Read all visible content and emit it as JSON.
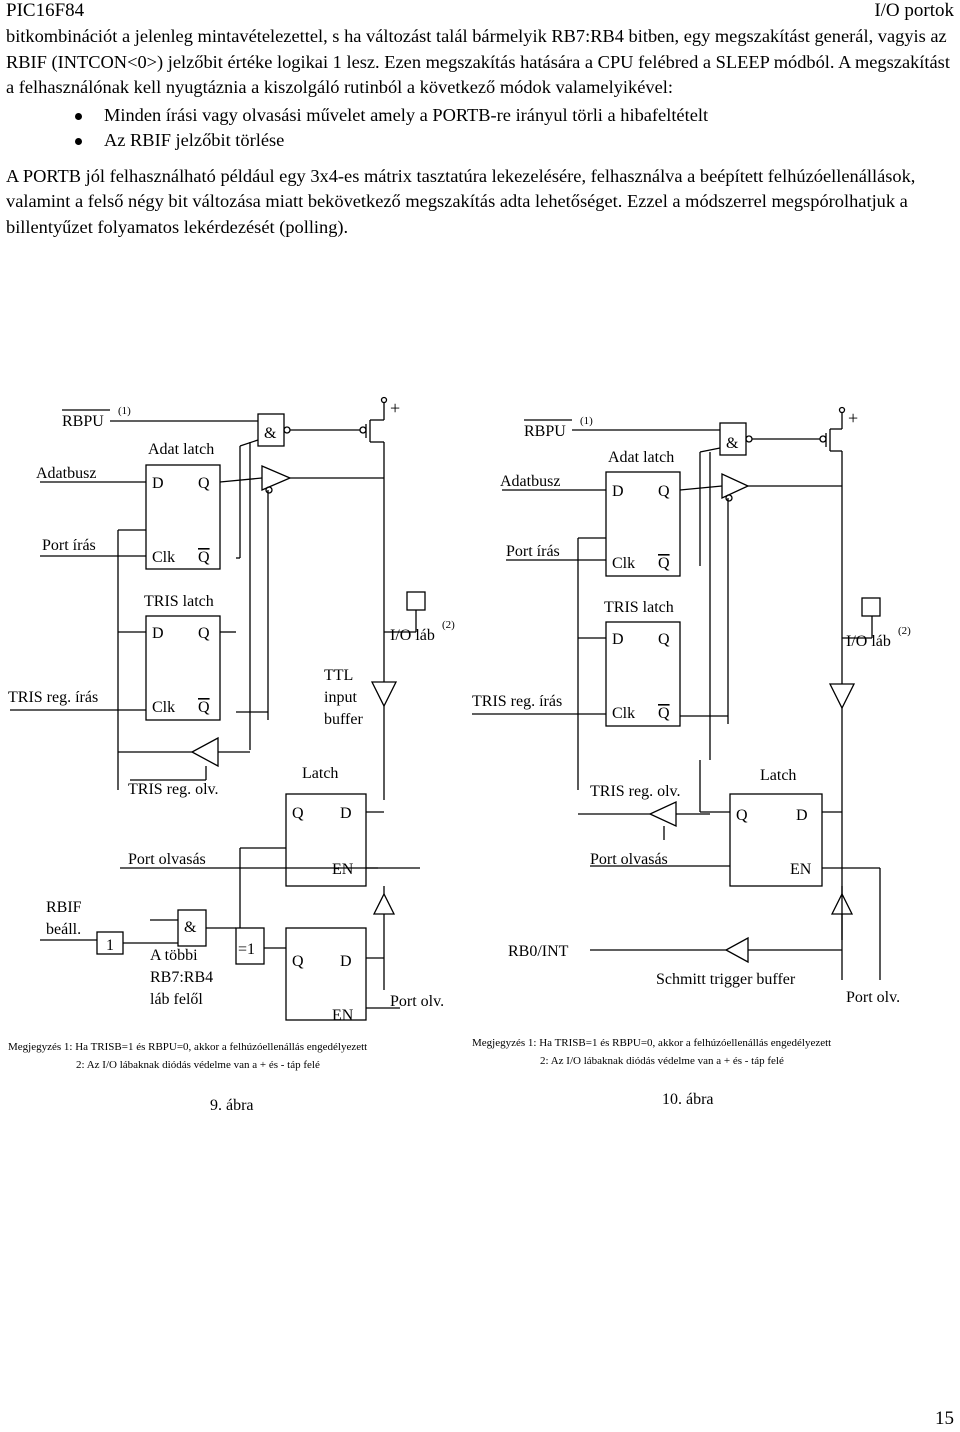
{
  "header": {
    "left": "PIC16F84",
    "right": "I/O portok"
  },
  "paragraph1": "bitkombinációt a jelenleg mintavételezettel, s ha változást talál bármelyik RB7:RB4 bitben, egy megszakítást generál, vagyis az RBIF (INTCON<0>) jelzőbit értéke logikai 1 lesz. Ezen megszakítás hatására a CPU felébred a SLEEP módból. A megszakítást a felhasználónak kell nyugtáznia a kiszolgáló rutinból a következő módok valamelyikével:",
  "bullets": [
    "Minden írási vagy olvasási művelet amely a PORTB-re irányul törli a hibafeltételt",
    "Az RBIF jelzőbit törlése"
  ],
  "paragraph2": "A PORTB jól felhasználható például egy 3x4-es mátrix tasztatúra lekezelésére, felhasználva a beépített felhúzóellenállások, valamint a felső négy bit változása miatt bekövetkező megszakítás adta lehetőséget. Ezzel a módszerrel megspórolhatjuk a billentyűzet folyamatos lekérdezését (polling).",
  "figure9": {
    "rbpu": "RBPU",
    "rbpu_note": "(1)",
    "and_symbol": "&",
    "plus": "+",
    "adat_latch": "Adat latch",
    "adatbusz": "Adatbusz",
    "d": "D",
    "q": "Q",
    "port_iras": "Port írás",
    "clk": "Clk",
    "q_bar": "Q",
    "tris_latch": "TRIS latch",
    "io_lab": "I/O láb",
    "io_note": "(2)",
    "tris_reg_iras": "TRIS reg. írás",
    "ttl": "TTL",
    "input": "input",
    "buffer": "buffer",
    "tris_reg_olv": "TRIS reg. olv.",
    "latch": "Latch",
    "en": "EN",
    "port_olvasas": "Port olvasás",
    "rbif": "RBIF",
    "beall": "beáll.",
    "one": "1",
    "xor": "=1",
    "a_tobbi": "A többi",
    "rb74": "RB7:RB4",
    "lab_felol": "láb felől",
    "port_olv": "Port olv.",
    "note1": "Megjegyzés 1: Ha TRISB=1 és RBPU=0, akkor a felhúzóellenállás engedélyezett",
    "note2": "2: Az I/O lábaknak diódás védelme van a + és - táp felé",
    "caption": "9. ábra"
  },
  "figure10": {
    "rbpu": "RBPU",
    "rbpu_note": "(1)",
    "and_symbol": "&",
    "plus": "+",
    "adat_latch": "Adat latch",
    "adatbusz": "Adatbusz",
    "d": "D",
    "q": "Q",
    "port_iras": "Port írás",
    "clk": "Clk",
    "q_bar": "Q",
    "tris_latch": "TRIS latch",
    "io_lab": "I/O láb",
    "io_note": "(2)",
    "tris_reg_iras": "TRIS reg. írás",
    "tris_reg_olv": "TRIS reg. olv.",
    "latch": "Latch",
    "en": "EN",
    "port_olvasas": "Port olvasás",
    "rb0int": "RB0/INT",
    "schmitt": "Schmitt trigger buffer",
    "port_olv": "Port olv.",
    "note1": "Megjegyzés 1: Ha TRISB=1 és RBPU=0, akkor a felhúzóellenállás engedélyezett",
    "note2": "2: Az I/O lábaknak diódás védelme van a + és - táp felé",
    "caption": "10. ábra"
  },
  "page_number": "15"
}
